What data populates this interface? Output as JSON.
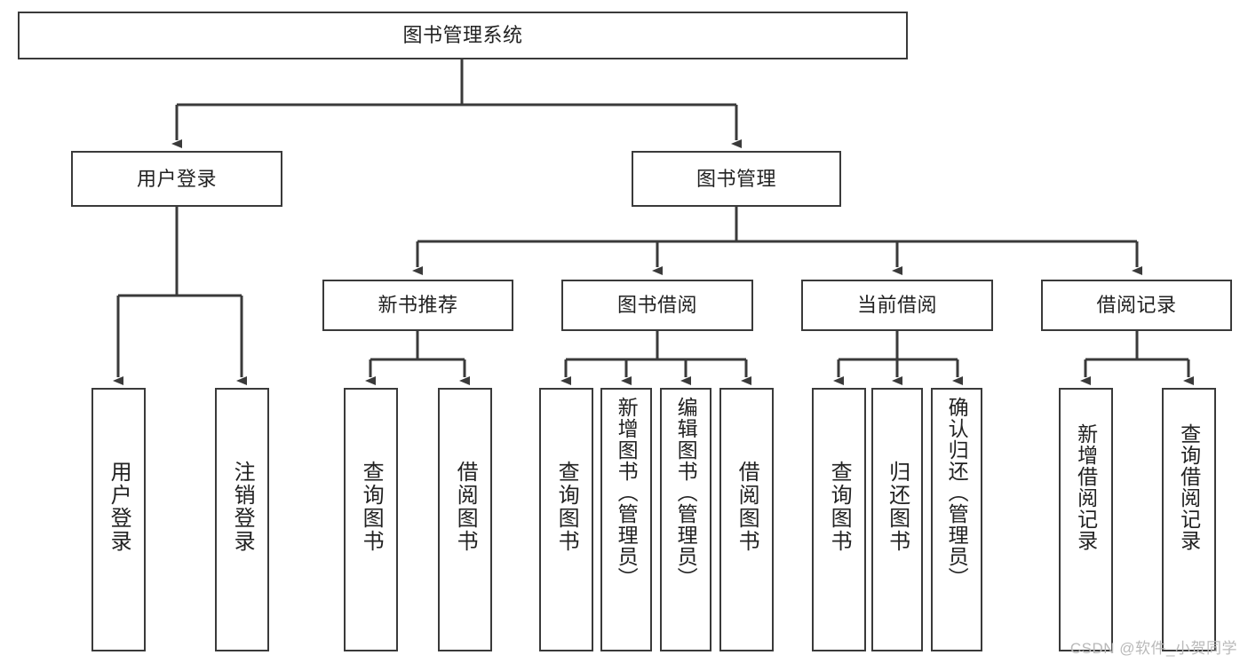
{
  "diagram": {
    "title": "图书管理系统",
    "type": "tree-hierarchy",
    "watermark": "CSDN @软件_小贺同学",
    "colors": {
      "box_border": "#3a3a3a",
      "box_fill": "#ffffff",
      "edge": "#3a3a3a",
      "text": "#222222",
      "watermark": "#b9b9b9",
      "background": "#ffffff"
    },
    "root": {
      "label": "图书管理系统",
      "level": 0
    },
    "level1": [
      {
        "label": "用户登录",
        "level": 1
      },
      {
        "label": "图书管理",
        "level": 1
      }
    ],
    "level2": [
      {
        "label": "新书推荐",
        "level": 2,
        "parent": "图书管理"
      },
      {
        "label": "图书借阅",
        "level": 2,
        "parent": "图书管理"
      },
      {
        "label": "当前借阅",
        "level": 2,
        "parent": "图书管理"
      },
      {
        "label": "借阅记录",
        "level": 2,
        "parent": "图书管理"
      }
    ],
    "leaves": [
      {
        "label": "用户登录",
        "parent": "用户登录"
      },
      {
        "label": "注销登录",
        "parent": "用户登录"
      },
      {
        "label": "查询图书",
        "parent": "新书推荐"
      },
      {
        "label": "借阅图书",
        "parent": "新书推荐"
      },
      {
        "label": "查询图书",
        "parent": "图书借阅"
      },
      {
        "label": "新增图书（管理员）",
        "parent": "图书借阅"
      },
      {
        "label": "编辑图书（管理员）",
        "parent": "图书借阅"
      },
      {
        "label": "借阅图书",
        "parent": "图书借阅"
      },
      {
        "label": "查询图书",
        "parent": "当前借阅"
      },
      {
        "label": "归还图书",
        "parent": "当前借阅"
      },
      {
        "label": "确认归还（管理员）",
        "parent": "当前借阅"
      },
      {
        "label": "新增借阅记录",
        "parent": "借阅记录"
      },
      {
        "label": "查询借阅记录",
        "parent": "借阅记录"
      }
    ]
  }
}
